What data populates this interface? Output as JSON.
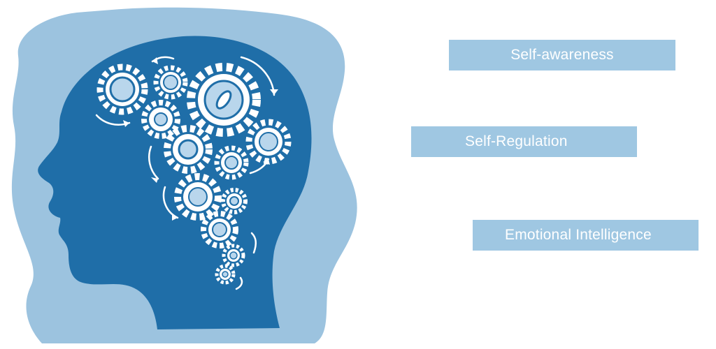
{
  "labels": {
    "self_awareness": "Self-awareness",
    "self_regulation": "Self-Regulation",
    "emotional_intelligence": "Emotional Intelligence"
  },
  "illustration": {
    "subject": "head silhouette with gears",
    "icons": [
      "head-silhouette-icon",
      "gear-icon",
      "arrow-icon"
    ]
  },
  "colors": {
    "background_shape": "#9cc3df",
    "head": "#1f6ea8",
    "gears": "#ffffff",
    "gear_inner": "#b9d6ec",
    "label_box": "#9fc7e2",
    "label_text": "#ffffff"
  }
}
